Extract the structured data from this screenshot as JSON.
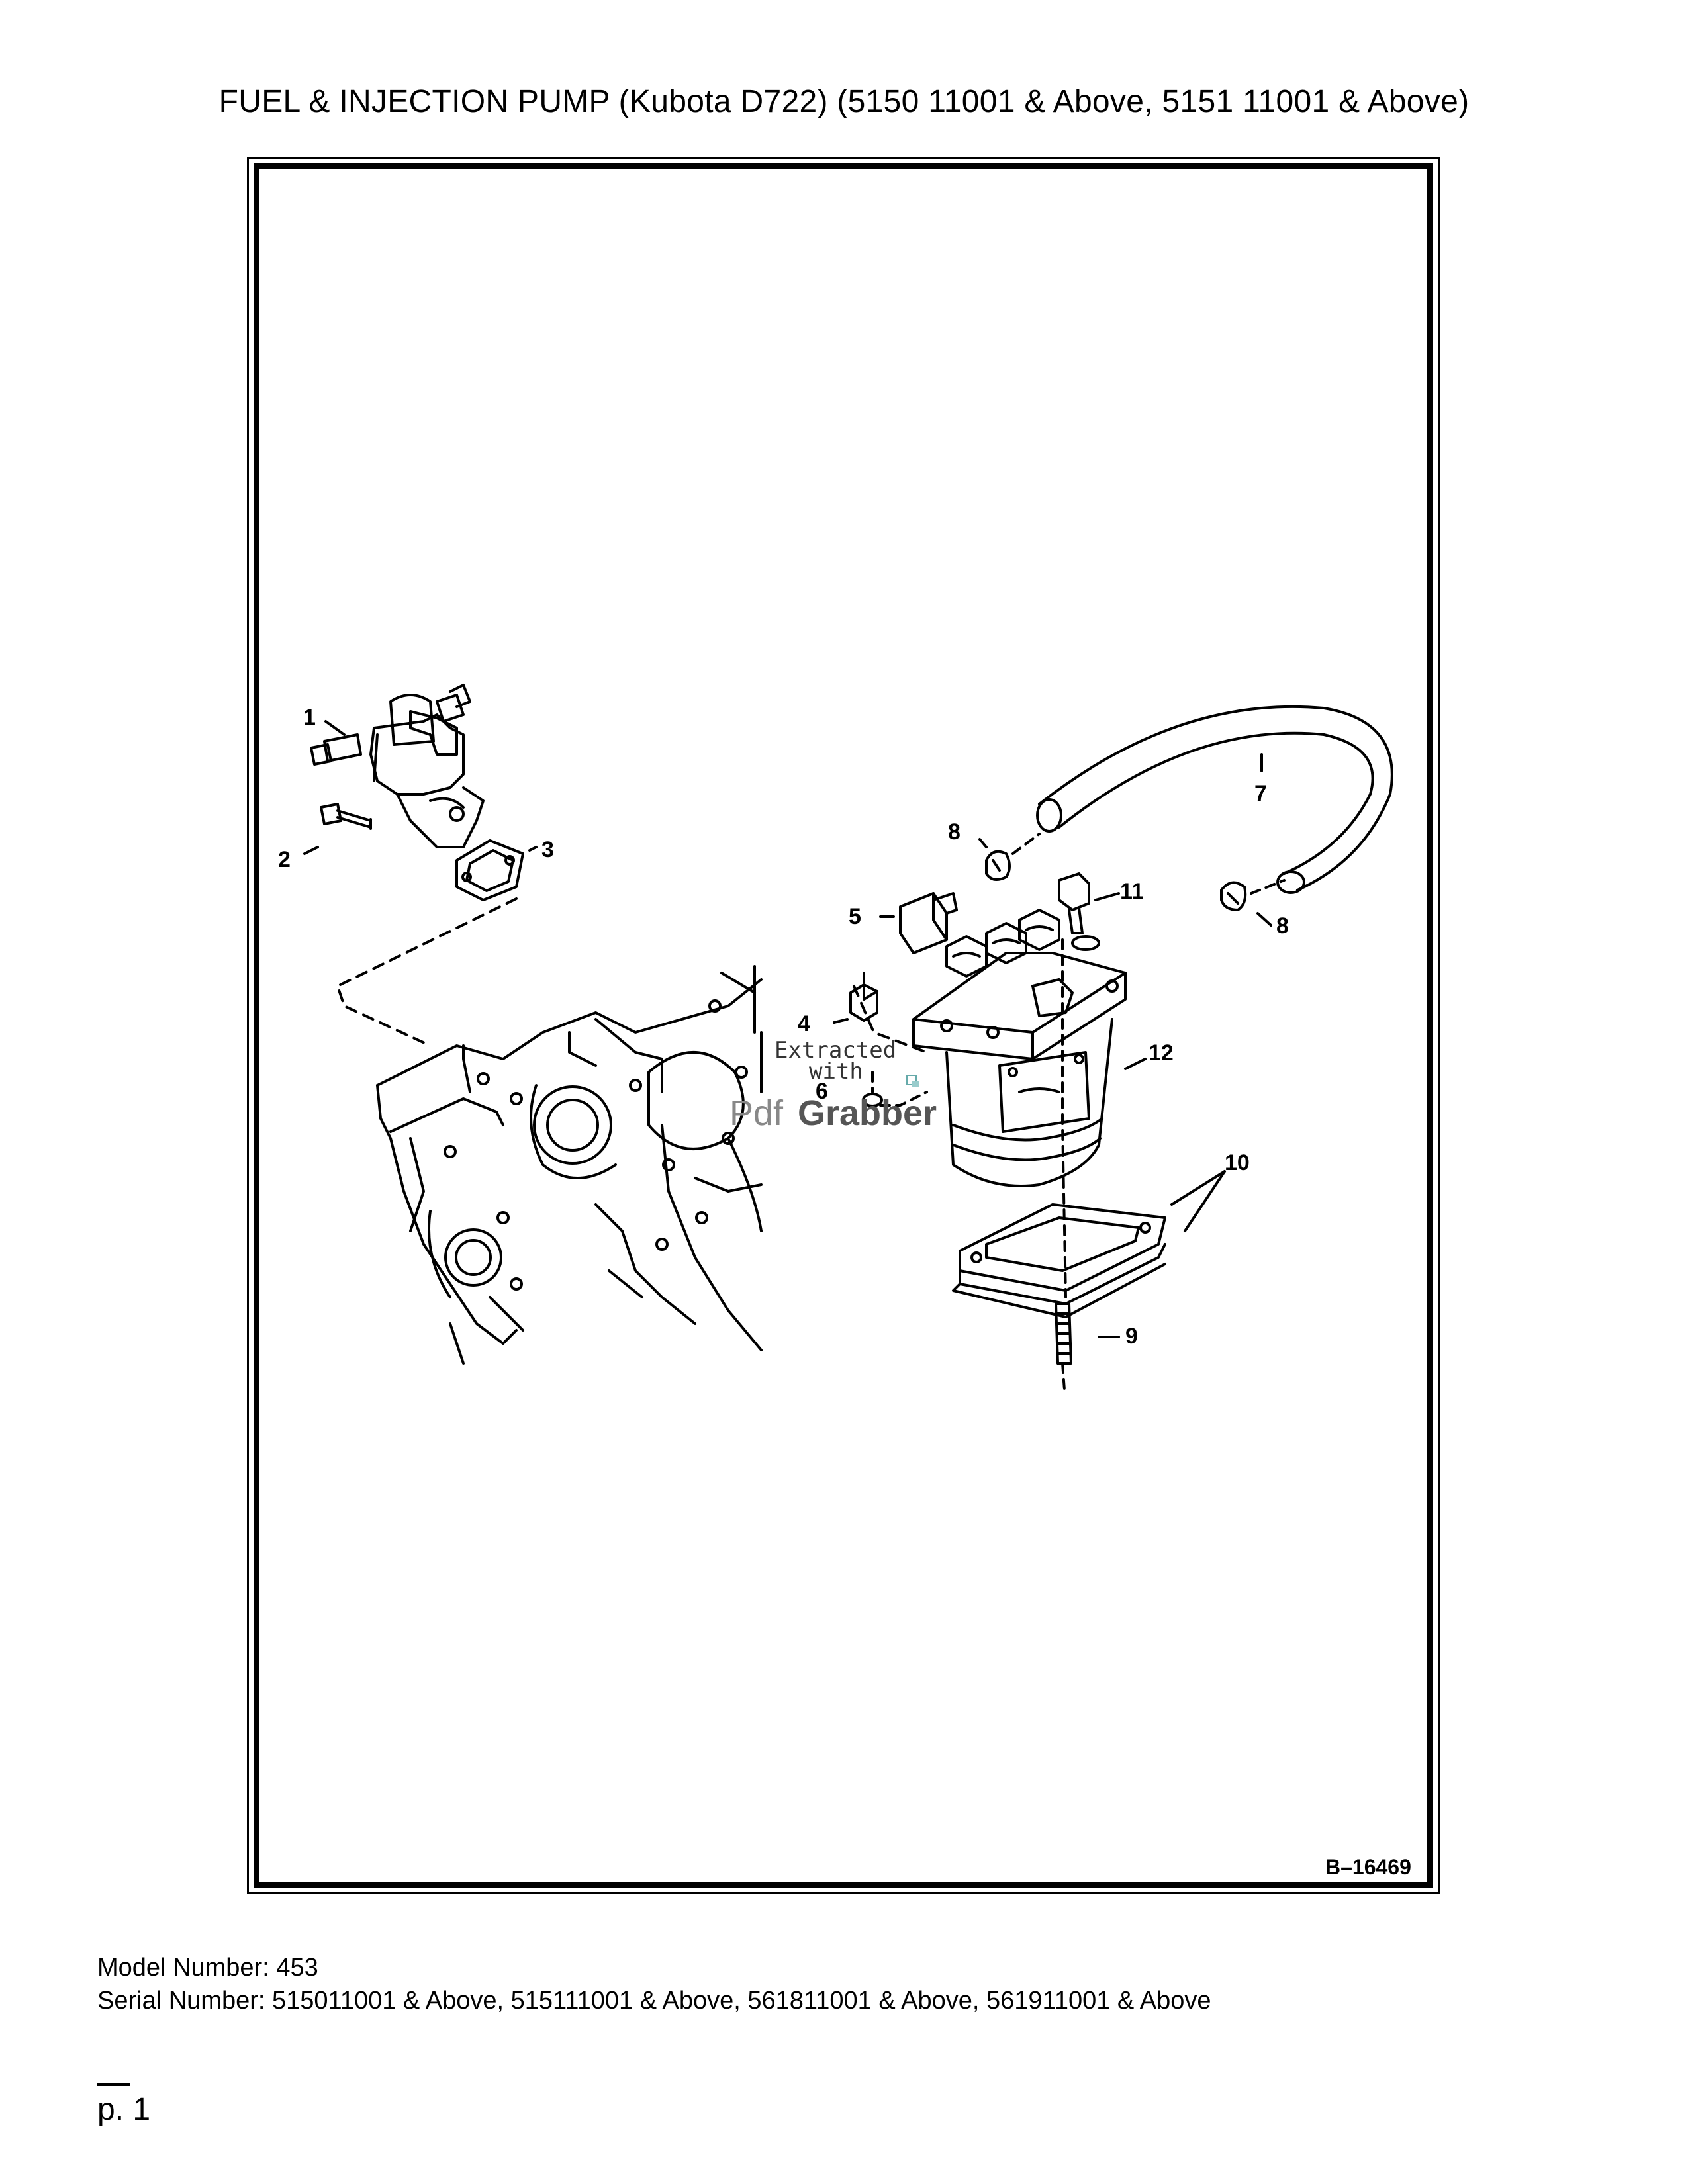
{
  "page": {
    "title": "FUEL & INJECTION PUMP (Kubota D722) (5150 11001 & Above, 5151 11001 & Above)",
    "figure_code": "B–16469",
    "model_number": "Model Number: 453",
    "serial_number": "Serial Number: 515011001 & Above, 515111001 & Above, 561811001 & Above, 561911001 & Above",
    "page_number": "p. 1"
  },
  "callouts": [
    "1",
    "2",
    "3",
    "4",
    "5",
    "6",
    "7",
    "8",
    "8",
    "9",
    "10",
    "11",
    "12"
  ],
  "watermark": {
    "line1": "Extracted",
    "line2": "with",
    "brand_part1": "Pdf",
    "brand_part2": "Grabber"
  }
}
